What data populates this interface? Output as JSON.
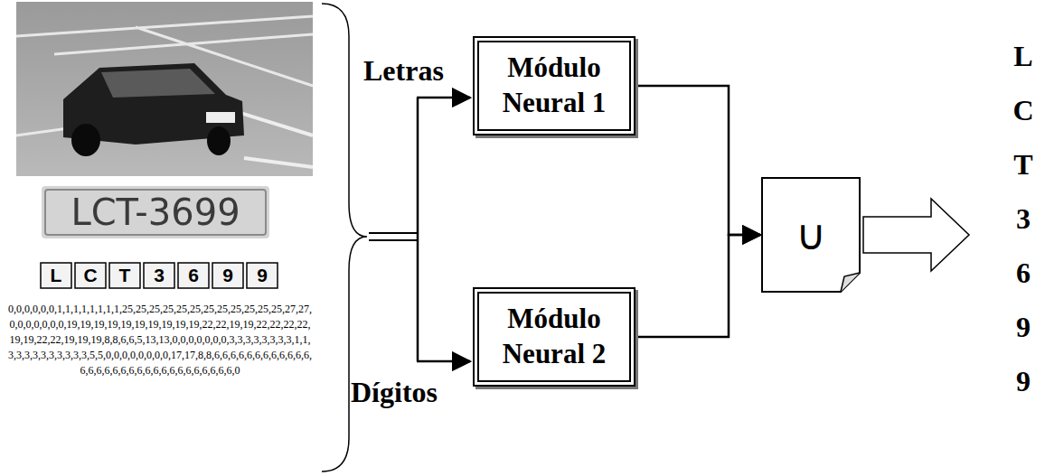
{
  "diagram": {
    "nodes": [
      {
        "text": [
          "Módulo Neural 1"
        ]
      },
      {
        "text": [
          "Módulo Neural 2"
        ]
      },
      {
        "text": [
          "∪"
        ]
      }
    ],
    "edges": [
      {
        "from": 0,
        "to": 2,
        "arrow": "to"
      },
      {
        "from": 1,
        "to": 2,
        "arrow": "to"
      }
    ],
    "labels": [
      "Letras",
      "Dígitos",
      "LCT-3699",
      "L",
      "C",
      "T",
      "3",
      "6",
      "9",
      "9",
      "0,0,0,0,0,0,1,1,1,1,1,1,1,1,25,25,25,25,25,25,25,25,25,25,25,25,27,27,0,0,0,0,0,0,0,19,19,19,19,19,19,19,19,19,19,22,22,19,19,22,22,22,22,19,19,22,22,19,19,19,8,8,6,6,5,13,13,0,0,0,0,0,0,0,3,3,3,3,3,3,3,3,1,1,3,3,3,3,3,3,3,3,3,3,5,5,0,0,0,0,0,0,0,0,17,17,8,8,6,6,6,6,6,6,6,6,6,6,6,6,6,6,6,6,6,6,6,6,6,6,6,6,6,6,6,6,6,6,6,0",
      "L",
      "C",
      "T",
      "3",
      "6",
      "9",
      "9"
    ]
  }
}
